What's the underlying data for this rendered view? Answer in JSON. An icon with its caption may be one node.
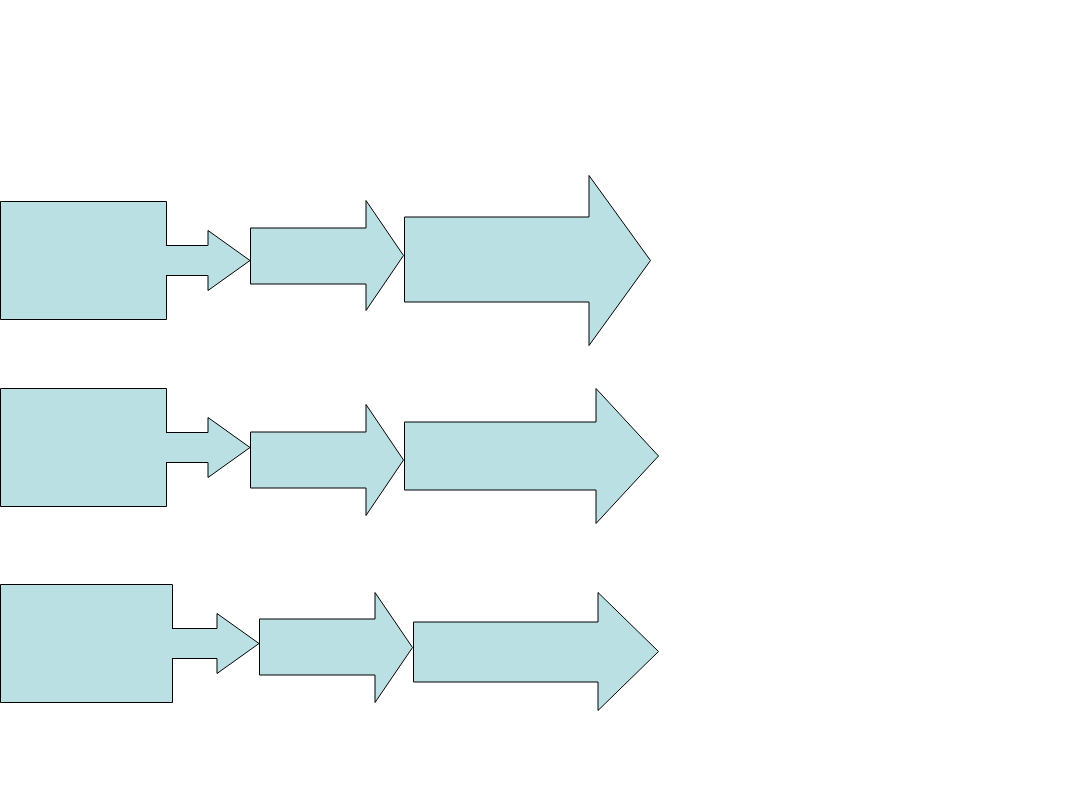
{
  "diagram": {
    "nodes": [
      {
        "text": [],
        "shape": "box"
      },
      {
        "text": [],
        "shape": "arrow"
      },
      {
        "text": [],
        "shape": "arrow"
      },
      {
        "text": [],
        "shape": "box"
      },
      {
        "text": [],
        "shape": "arrow"
      },
      {
        "text": [],
        "shape": "arrow"
      },
      {
        "text": [],
        "shape": "box"
      },
      {
        "text": [],
        "shape": "arrow"
      },
      {
        "text": [],
        "shape": "arrow"
      }
    ],
    "edges": [
      {
        "from": 0,
        "to": 1,
        "arrow": "to"
      },
      {
        "from": 3,
        "to": 4,
        "arrow": "to"
      },
      {
        "from": 6,
        "to": 7,
        "arrow": "to"
      }
    ]
  }
}
